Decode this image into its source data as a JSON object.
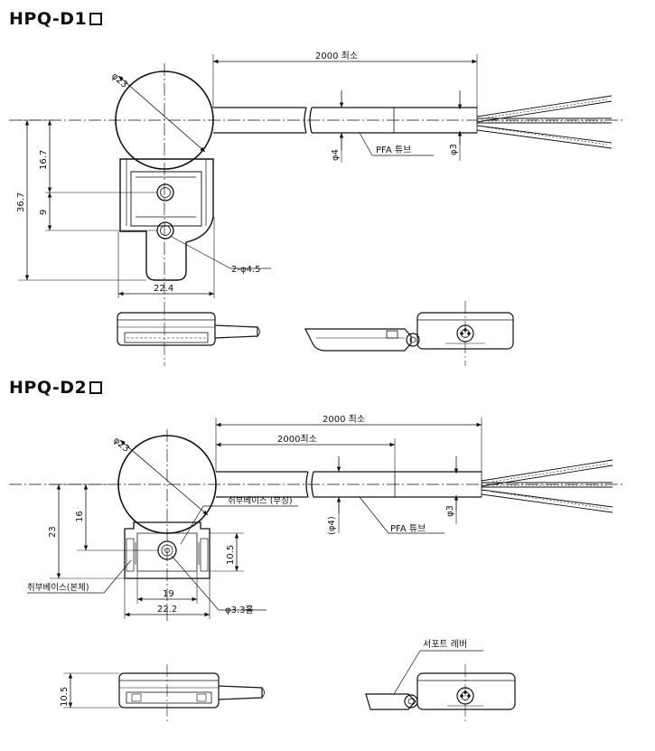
{
  "d1": {
    "title": "HPQ-D1",
    "cable_length": "2000 최소",
    "diameter": "φ23",
    "tube_label": "PFA 튜브",
    "tube_dia": "φ4",
    "wire_dia": "φ3",
    "dim_16_7": "16.7",
    "dim_36_7": "36.7",
    "dim_9": "9",
    "holes": "2-φ4.5",
    "width": "22.4"
  },
  "d2": {
    "title": "HPQ-D2",
    "cable_length": "2000 최소",
    "cable_length_2": "2000최소",
    "diameter": "φ23",
    "mount_sub": "취부베이스 (부싱)",
    "tube_dia": "(φ4)",
    "tube_label": "PFA 튜브",
    "wire_dia": "φ3",
    "dim_16": "16",
    "dim_23": "23",
    "dim_10_5": "10.5",
    "mount_main": "취부베이스(본체)",
    "dim_19": "19",
    "dim_22_2": "22.2",
    "hole": "φ3.3홀",
    "dim_10_5_side": "10.5",
    "lever": "서포트 레버"
  }
}
